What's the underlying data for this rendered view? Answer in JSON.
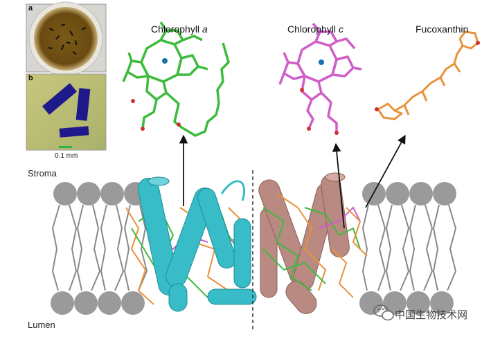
{
  "panels": {
    "a": {
      "letter": "a"
    },
    "b": {
      "letter": "b",
      "scale_label": "0.1 mm"
    }
  },
  "molecules": {
    "chl_a": {
      "title_prefix": "Chlorophyll ",
      "title_italic": "a",
      "color": "#3dbb3d"
    },
    "chl_c": {
      "title_prefix": "Chlorophyll ",
      "title_italic": "c",
      "color": "#d05ec8"
    },
    "fuco": {
      "title": "Fucoxanthin",
      "color": "#e8923a"
    }
  },
  "membrane": {
    "stroma_label": "Stroma",
    "lumen_label": "Lumen",
    "head_color": "#9a9a9a"
  },
  "proteins": {
    "left_color": "#37bcc8",
    "right_color": "#b88a82"
  },
  "watermark": {
    "text": "中国生物技术网"
  },
  "colors": {
    "accent_green": "#2db34a",
    "crystal_blue": "#1e1a8c"
  }
}
